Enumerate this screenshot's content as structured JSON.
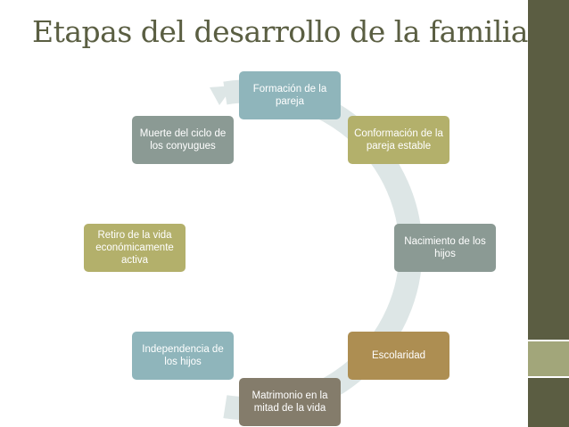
{
  "title": "Etapas del desarrollo de la familia:",
  "colors": {
    "title": "#5a5e42",
    "ring": "#dde6e6",
    "sidebar_top": "#5b5d42",
    "sidebar_mid": "#a2a67a",
    "sidebar_bottom": "#5b5d42"
  },
  "nodes": [
    {
      "label": "Formación de la pareja",
      "color": "#8fb5bb",
      "text_color": "#ffffff"
    },
    {
      "label": "Conformación de la pareja estable",
      "color": "#b3b06b",
      "text_color": "#ffffff"
    },
    {
      "label": "Nacimiento de los hijos",
      "color": "#8b9a94",
      "text_color": "#ffffff"
    },
    {
      "label": "Escolaridad",
      "color": "#ad8e52",
      "text_color": "#ffffff"
    },
    {
      "label": "Matrimonio en la mitad de la vida",
      "color": "#847c6b",
      "text_color": "#ffffff"
    },
    {
      "label": "Independencia de los hijos",
      "color": "#8fb5bb",
      "text_color": "#ffffff"
    },
    {
      "label": "Retiro de la vida económicamente activa",
      "color": "#b3b06b",
      "text_color": "#ffffff"
    },
    {
      "label": "Muerte del ciclo de los conyugues",
      "color": "#8b9a94",
      "text_color": "#ffffff"
    }
  ]
}
